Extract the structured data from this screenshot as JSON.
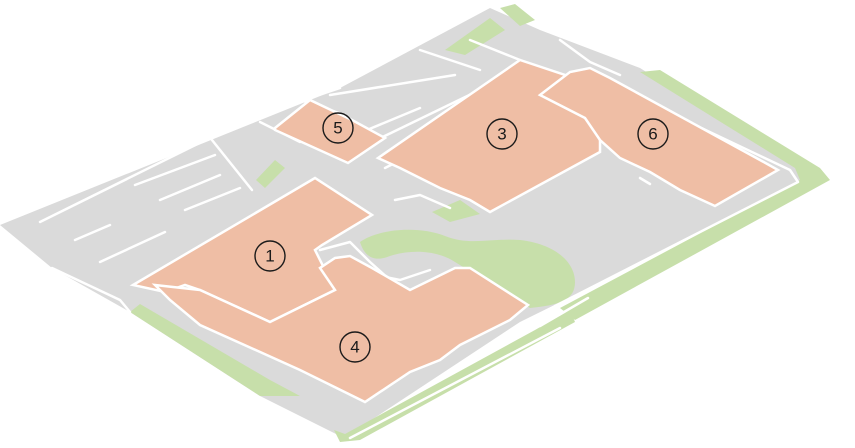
{
  "colors": {
    "ground": "#dadada",
    "building": "#efbea5",
    "grass": "#c7dfaa",
    "paths": "#ffffff",
    "marker_ink": "#1a1a1a"
  },
  "buildings": [
    {
      "number": "1"
    },
    {
      "number": "3"
    },
    {
      "number": "4"
    },
    {
      "number": "5"
    },
    {
      "number": "6"
    }
  ]
}
